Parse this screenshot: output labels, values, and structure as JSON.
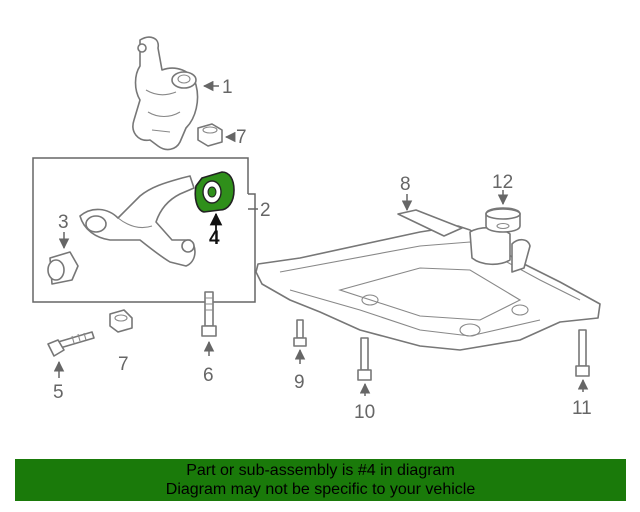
{
  "diagram": {
    "callouts": [
      "1",
      "7",
      "2",
      "4",
      "3",
      "8",
      "12",
      "5",
      "7",
      "6",
      "9",
      "10",
      "11"
    ],
    "highlight_color": "#2f8f1a"
  },
  "banner": {
    "line1": "Part or sub-assembly is #4 in diagram",
    "line2": "Diagram may not be specific to your vehicle",
    "color": "#1a7a0a"
  }
}
